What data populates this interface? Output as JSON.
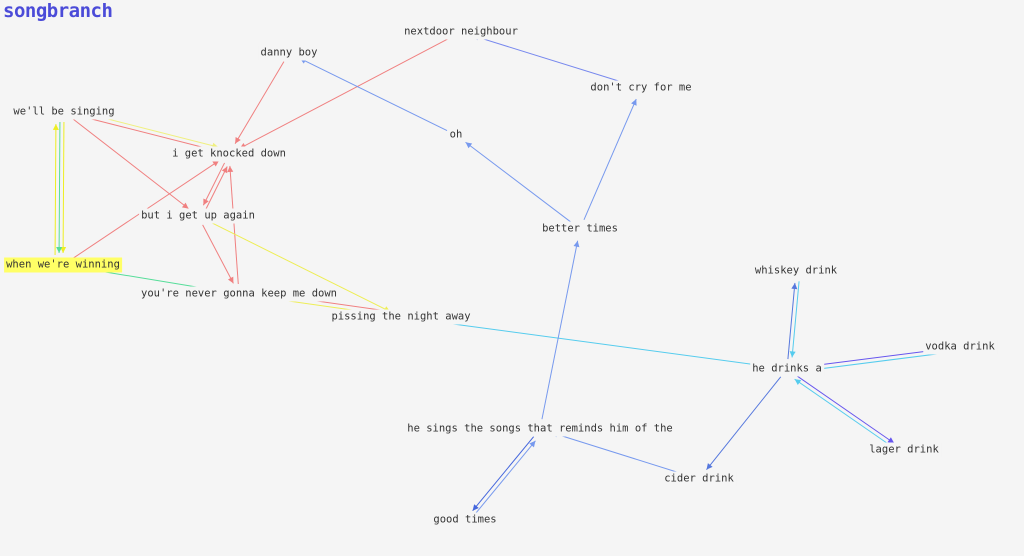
{
  "app": {
    "title": "songbranch"
  },
  "nodes": [
    {
      "id": "danny-boy",
      "label": "danny boy"
    },
    {
      "id": "nextdoor-neighbour",
      "label": "nextdoor neighbour"
    },
    {
      "id": "dont-cry-for-me",
      "label": "don't cry for me"
    },
    {
      "id": "well-be-singing",
      "label": "we'll be singing"
    },
    {
      "id": "i-get-knocked-down",
      "label": "i get knocked down"
    },
    {
      "id": "oh",
      "label": "oh"
    },
    {
      "id": "but-i-get-up-again",
      "label": "but i get up again"
    },
    {
      "id": "better-times",
      "label": "better times"
    },
    {
      "id": "when-were-winning",
      "label": "when we're winning",
      "selected": true
    },
    {
      "id": "whiskey-drink",
      "label": "whiskey drink"
    },
    {
      "id": "youre-never-gonna-keep-me-down",
      "label": "you're never gonna keep me down"
    },
    {
      "id": "pissing-the-night-away",
      "label": "pissing the night away"
    },
    {
      "id": "vodka-drink",
      "label": "vodka drink"
    },
    {
      "id": "he-drinks-a",
      "label": "he drinks a"
    },
    {
      "id": "he-sings-the-songs",
      "label": "he sings the songs that reminds him of the"
    },
    {
      "id": "lager-drink",
      "label": "lager drink"
    },
    {
      "id": "cider-drink",
      "label": "cider drink"
    },
    {
      "id": "good-times",
      "label": "good times"
    }
  ],
  "edges": [
    {
      "from": "danny-boy",
      "to": "i-get-knocked-down",
      "color": "#f08080"
    },
    {
      "from": "nextdoor-neighbour",
      "to": "i-get-knocked-down",
      "color": "#f08080"
    },
    {
      "from": "well-be-singing",
      "to": "i-get-knocked-down",
      "color": "#f08080"
    },
    {
      "from": "well-be-singing",
      "to": "i-get-knocked-down",
      "color": "#f0f080"
    },
    {
      "from": "well-be-singing",
      "to": "but-i-get-up-again",
      "color": "#f08080"
    },
    {
      "from": "well-be-singing",
      "to": "when-were-winning",
      "color": "#eeee22"
    },
    {
      "from": "well-be-singing",
      "to": "when-were-winning",
      "color": "#55dd99"
    },
    {
      "from": "when-were-winning",
      "to": "well-be-singing",
      "color": "#eeee22"
    },
    {
      "from": "when-were-winning",
      "to": "i-get-knocked-down",
      "color": "#f08080"
    },
    {
      "from": "i-get-knocked-down",
      "to": "but-i-get-up-again",
      "color": "#f08080"
    },
    {
      "from": "but-i-get-up-again",
      "to": "i-get-knocked-down",
      "color": "#f08080"
    },
    {
      "from": "youre-never-gonna-keep-me-down",
      "to": "i-get-knocked-down",
      "color": "#f08080"
    },
    {
      "from": "but-i-get-up-again",
      "to": "youre-never-gonna-keep-me-down",
      "color": "#f08080"
    },
    {
      "from": "but-i-get-up-again",
      "to": "pissing-the-night-away",
      "color": "#eeee55"
    },
    {
      "from": "youre-never-gonna-keep-me-down",
      "to": "when-were-winning",
      "color": "#55dd99"
    },
    {
      "from": "youre-never-gonna-keep-me-down",
      "to": "pissing-the-night-away",
      "color": "#eeee55"
    },
    {
      "from": "pissing-the-night-away",
      "to": "youre-never-gonna-keep-me-down",
      "color": "#f08080"
    },
    {
      "from": "pissing-the-night-away",
      "to": "he-drinks-a",
      "color": "#55ccee"
    },
    {
      "from": "oh",
      "to": "danny-boy",
      "color": "#7799ee"
    },
    {
      "from": "better-times",
      "to": "oh",
      "color": "#7799ee"
    },
    {
      "from": "better-times",
      "to": "dont-cry-for-me",
      "color": "#7799ee"
    },
    {
      "from": "dont-cry-for-me",
      "to": "nextdoor-neighbour",
      "color": "#7788ee"
    },
    {
      "from": "he-sings-the-songs",
      "to": "better-times",
      "color": "#7799ee"
    },
    {
      "from": "he-sings-the-songs",
      "to": "good-times",
      "color": "#4466dd"
    },
    {
      "from": "good-times",
      "to": "he-sings-the-songs",
      "color": "#7799ee"
    },
    {
      "from": "cider-drink",
      "to": "he-sings-the-songs",
      "color": "#7799ee"
    },
    {
      "from": "he-drinks-a",
      "to": "cider-drink",
      "color": "#5577dd"
    },
    {
      "from": "he-drinks-a",
      "to": "whiskey-drink",
      "color": "#5577dd"
    },
    {
      "from": "whiskey-drink",
      "to": "he-drinks-a",
      "color": "#55ccee"
    },
    {
      "from": "he-drinks-a",
      "to": "vodka-drink",
      "color": "#6655ee"
    },
    {
      "from": "vodka-drink",
      "to": "he-drinks-a",
      "color": "#55ccee"
    },
    {
      "from": "he-drinks-a",
      "to": "lager-drink",
      "color": "#6655ee"
    },
    {
      "from": "lager-drink",
      "to": "he-drinks-a",
      "color": "#55ccee"
    }
  ]
}
